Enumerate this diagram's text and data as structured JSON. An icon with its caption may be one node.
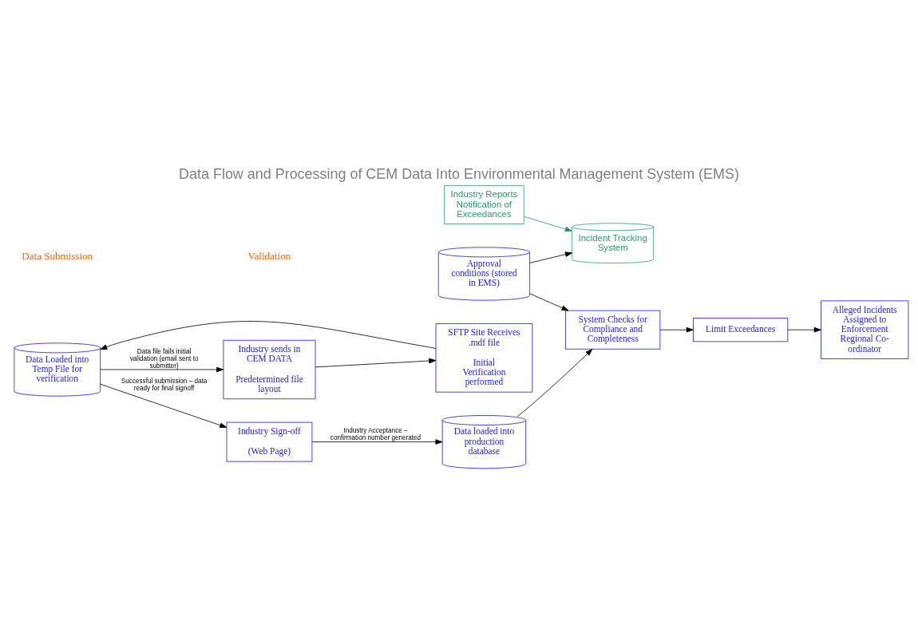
{
  "diagram": {
    "title": "Data Flow and Processing of CEM Data Into Environmental Management System (EMS)",
    "nodes": [
      {
        "text": [
          "Industry Reports Notification of Exceedances"
        ]
      },
      {
        "text": [
          "Incident Tracking System"
        ]
      },
      {
        "text": [
          "Industry sends in CEM DATA",
          "Predetermined file layout"
        ]
      },
      {
        "text": [
          "SFTP Site Receives .mdf file",
          "Initial Verification performed"
        ]
      },
      {
        "text": [
          "Data Loaded into Temp File for verification"
        ]
      },
      {
        "text": [
          "Data loaded into production database"
        ]
      },
      {
        "text": [
          "Approval conditions (stored in EMS)"
        ]
      },
      {
        "text": [
          "System Checks for Compliance and Completeness"
        ]
      },
      {
        "text": [
          "Industry Sign-off",
          "(Web Page)"
        ]
      },
      {
        "text": [
          "Limit Exceedances"
        ]
      },
      {
        "text": [
          "Alleged Incidents Assigned to Enforcement Regional Co-ordinator"
        ]
      }
    ],
    "edges": [
      {
        "from": 0,
        "to": 1,
        "arrow": "to",
        "color": "#2e8b7a"
      },
      {
        "from": 4,
        "to": 2,
        "arrow": "to",
        "label": "Data file fails initial validation (email sent to submitter)"
      },
      {
        "from": 2,
        "to": 3,
        "arrow": "to"
      },
      {
        "from": 3,
        "to": 4,
        "arrow": "to"
      },
      {
        "from": 4,
        "to": 8,
        "arrow": "to",
        "label": "Successful submission – data ready for final signoff"
      },
      {
        "from": 8,
        "to": 5,
        "arrow": "to",
        "label": "Industry Acceptance – confirmation number generated"
      },
      {
        "from": 5,
        "to": 7,
        "arrow": "to"
      },
      {
        "from": 6,
        "to": 1,
        "arrow": "to"
      },
      {
        "from": 6,
        "to": 7,
        "arrow": "to"
      },
      {
        "from": 7,
        "to": 9,
        "arrow": "to"
      },
      {
        "from": 9,
        "to": 10,
        "arrow": "to"
      }
    ],
    "labels": [
      "Data Submission",
      "Validation"
    ]
  }
}
